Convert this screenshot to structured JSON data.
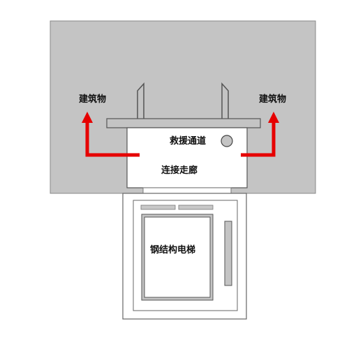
{
  "labels": {
    "building_left": "建筑物",
    "building_right": "建筑物",
    "rescue_passage": "救援通道",
    "corridor": "连接走廊",
    "elevator": "钢结构电梯"
  },
  "colors": {
    "building_fill": "#c4c4c4",
    "arrow": "#e60000",
    "outline": "#555555",
    "background": "#ffffff"
  },
  "icons": {
    "rescue_marker": "circle-icon",
    "evacuation_arrows": "red-arrow-icon"
  }
}
